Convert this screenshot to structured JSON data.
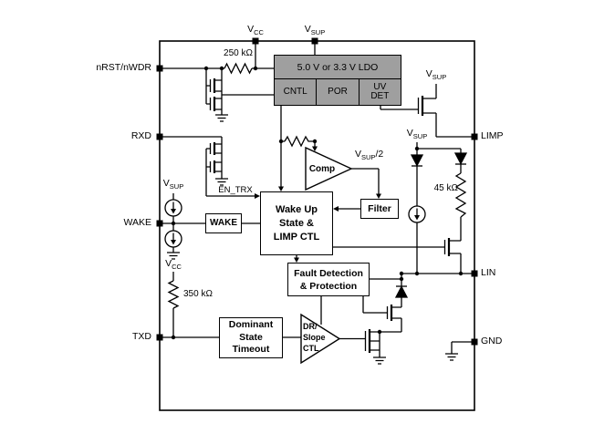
{
  "pins": {
    "nrst": "nRST/nWDR",
    "rxd": "RXD",
    "wake": "WAKE",
    "txd": "TXD",
    "limp": "LIMP",
    "lin": "LIN",
    "gnd": "GND"
  },
  "symbols": {
    "v": "V",
    "cc": "CC",
    "sup": "SUP",
    "half": "/2"
  },
  "resistors": {
    "r250": "250 kΩ",
    "r350": "350 kΩ",
    "r45": "45 kΩ"
  },
  "signals": {
    "en_trx": "EN_TRX"
  },
  "blocks": {
    "ldo": {
      "title": "5.0 V or 3.3 V LDO",
      "cells": [
        "CNTL",
        "POR",
        "UV\nDET"
      ]
    },
    "wake": "WAKE",
    "wakeup": [
      "Wake Up",
      "State &",
      "LIMP CTL"
    ],
    "filter": "Filter",
    "fault": [
      "Fault Detection",
      "& Protection"
    ],
    "dominant": [
      "Dominant",
      "State",
      "Timeout"
    ],
    "comp": "Comp",
    "drslope": [
      "DR/",
      "Slope",
      "CTL"
    ]
  },
  "colors": {
    "ldo_fill": "#9f9f9f",
    "stroke": "#000000",
    "background": "#ffffff"
  }
}
